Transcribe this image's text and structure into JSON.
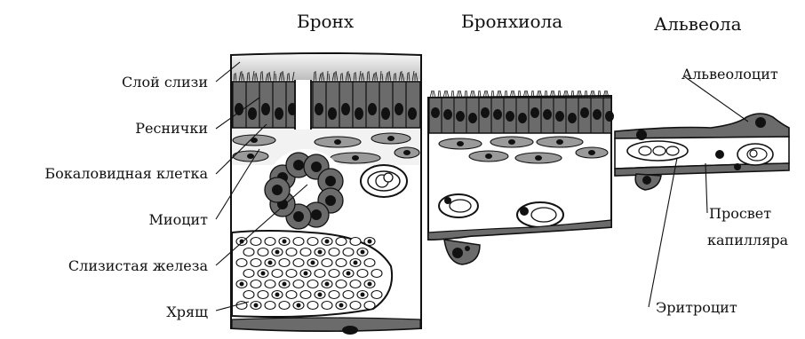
{
  "columns": {
    "bronchus": "Бронх",
    "bronchiole": "Бронхиола",
    "alveolus": "Альвеола"
  },
  "left_labels": {
    "mucus_layer": "Слой слизи",
    "cilia": "Реснички",
    "goblet_cell": "Бокаловидная клетка",
    "myocyte": "Миоцит",
    "mucous_gland": "Слизистая железа",
    "cartilage": "Хрящ"
  },
  "right_labels": {
    "alveolocyte": "Альвеолоцит",
    "capillary_lumen_1": "Просвет",
    "capillary_lumen_2": "капилляра",
    "erythrocyte": "Эритроцит"
  },
  "colors": {
    "ink": "#111111",
    "epithelium": "#6b6b6b",
    "smooth_muscle": "#9a9a9a",
    "lumen": "#ffffff",
    "cell_nucleus": "#111111"
  }
}
